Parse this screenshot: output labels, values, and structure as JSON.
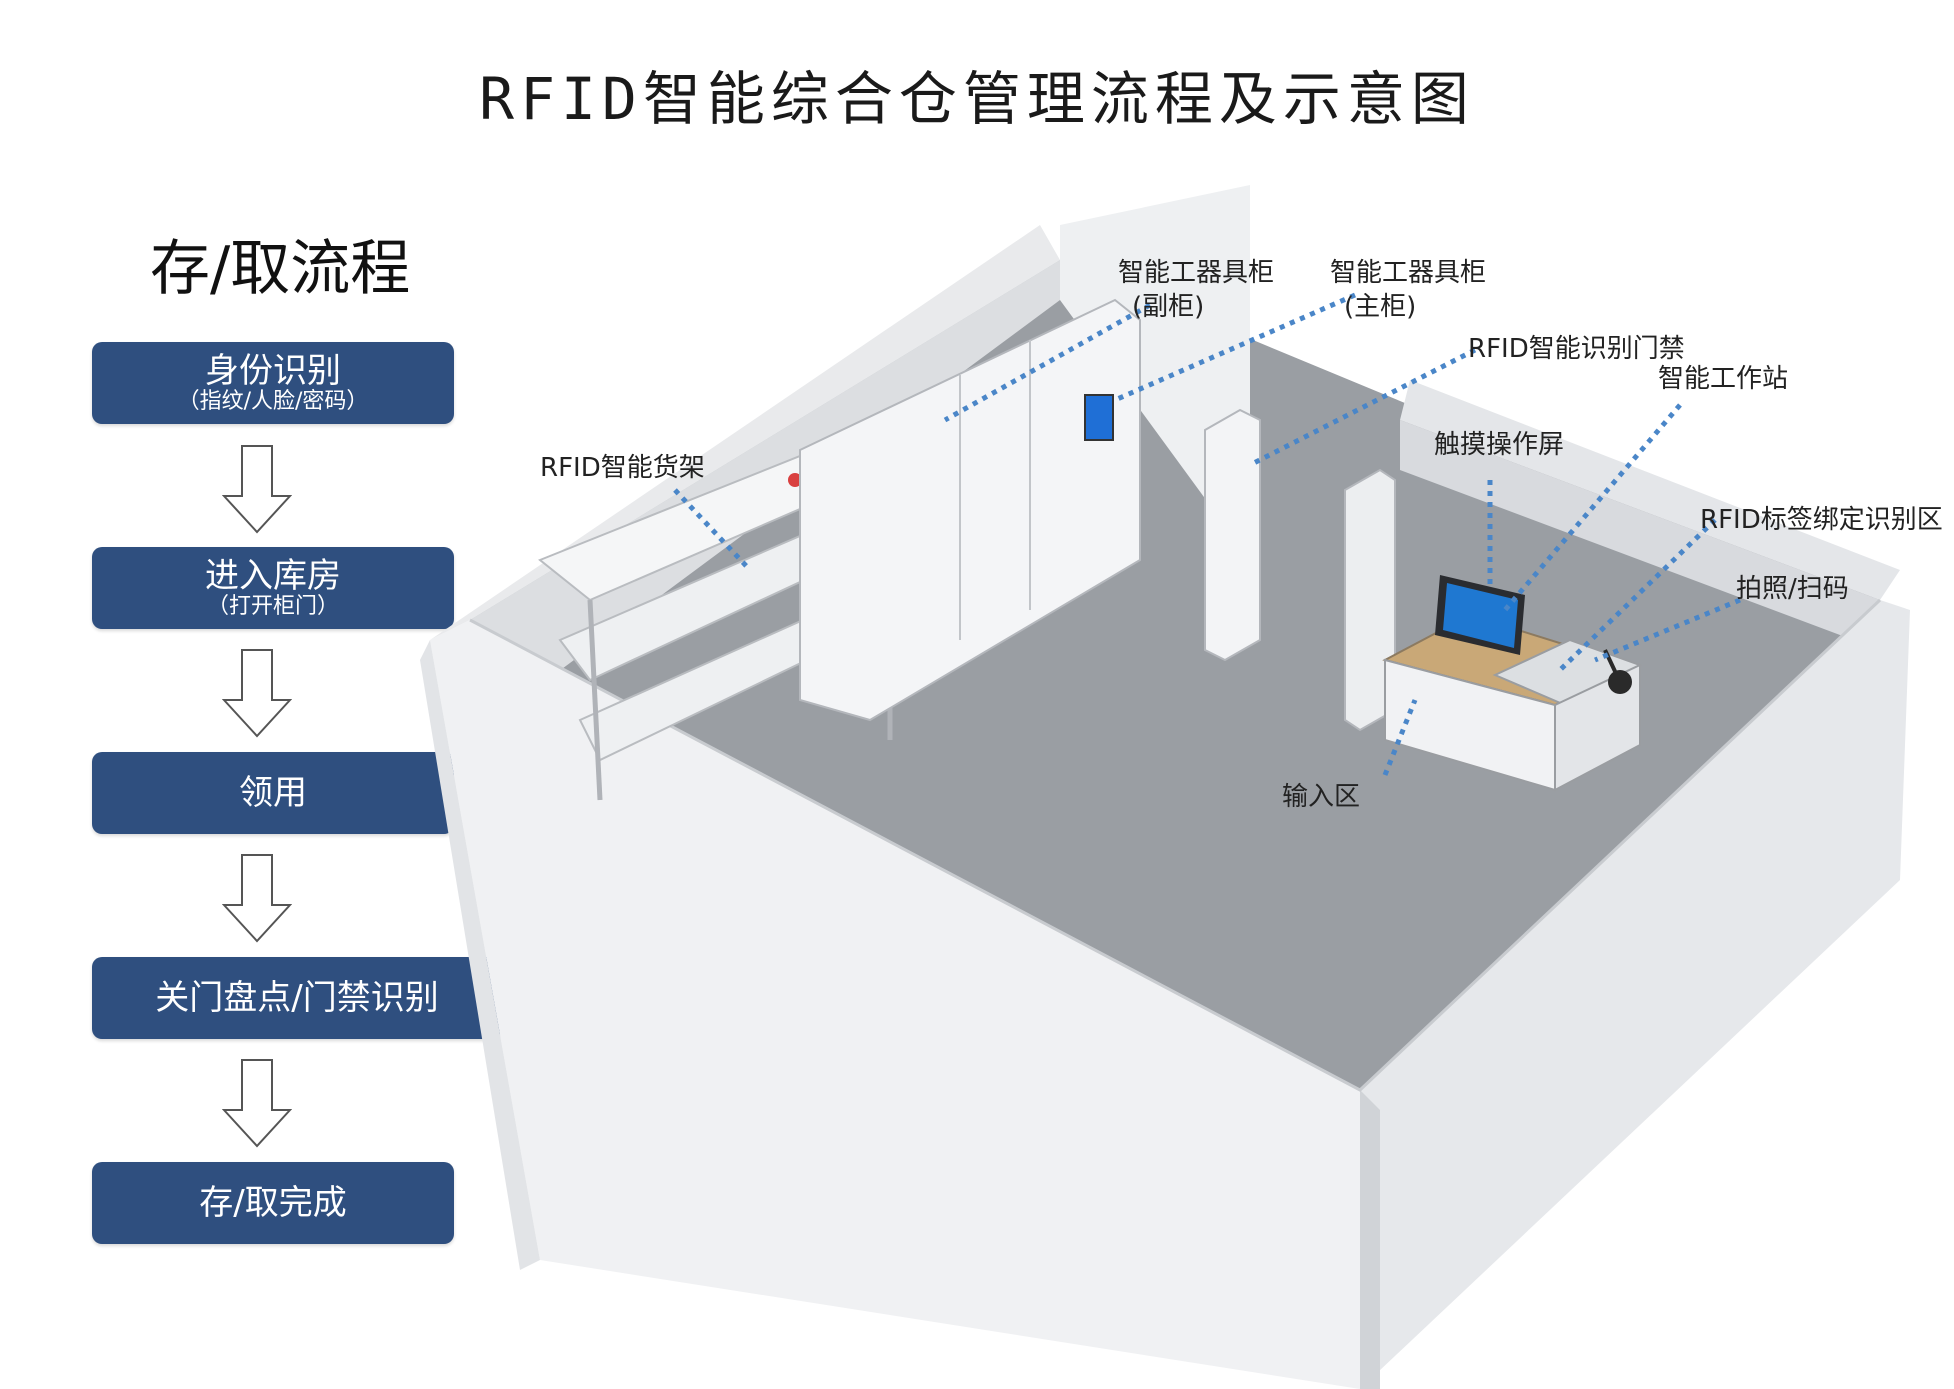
{
  "title": "RFID智能综合仓管理流程及示意图",
  "flow": {
    "heading": "存/取流程",
    "steps": [
      {
        "main": "身份识别",
        "sub": "（指纹/人脸/密码）"
      },
      {
        "main": "进入库房",
        "sub": "（打开柜门）"
      },
      {
        "main": "领用",
        "sub": ""
      },
      {
        "main": "关门盘点/门禁识别",
        "sub": ""
      },
      {
        "main": "存/取完成",
        "sub": ""
      }
    ],
    "box_color": "#2f4f7f"
  },
  "labels": {
    "sub_cabinet": "智能工器具柜",
    "sub_cabinet_note": "(副柜)",
    "main_cabinet": "智能工器具柜",
    "main_cabinet_note": "(主柜)",
    "shelf": "RFID智能货架",
    "gate": "RFID智能识别门禁",
    "workstation": "智能工作站",
    "touchscreen": "触摸操作屏",
    "tag_zone": "RFID标签绑定识别区",
    "camera": "拍照/扫码",
    "input": "输入区"
  },
  "colors": {
    "leader_line": "#4a86c8",
    "floor": "#9a9ea3",
    "wall": "#f2f3f5"
  }
}
